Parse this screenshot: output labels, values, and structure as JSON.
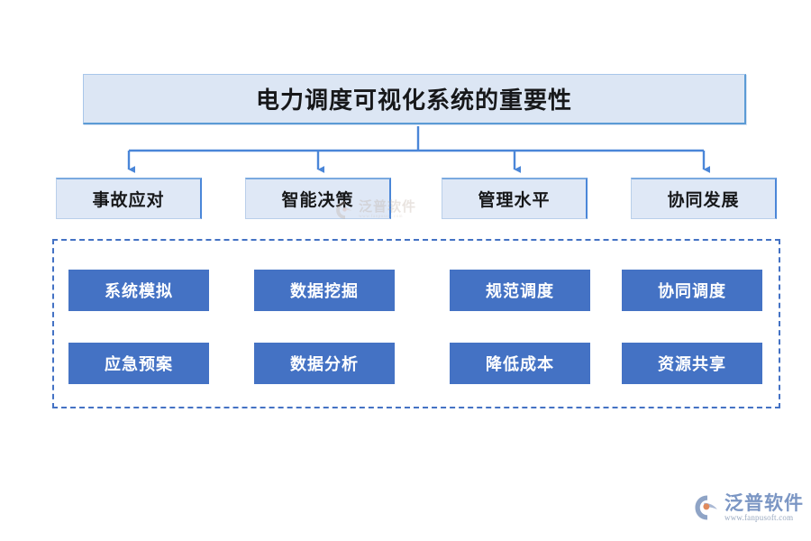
{
  "diagram": {
    "title": {
      "label": "电力调度可视化系统的重要性"
    },
    "branches": [
      {
        "label": "事故应对"
      },
      {
        "label": "智能决策"
      },
      {
        "label": "管理水平"
      },
      {
        "label": "协同发展"
      }
    ],
    "leaf_rows": [
      [
        {
          "label": "系统模拟"
        },
        {
          "label": "数据挖掘"
        },
        {
          "label": "规范调度"
        },
        {
          "label": "协同调度"
        }
      ],
      [
        {
          "label": "应急预案"
        },
        {
          "label": "数据分析"
        },
        {
          "label": "降低成本"
        },
        {
          "label": "资源共享"
        }
      ]
    ]
  },
  "watermark": {
    "name": "泛普软件",
    "url": "www.fanpusoft.com"
  },
  "logo": {
    "name": "泛普软件",
    "url": "www.fanpusoft.com"
  },
  "colors": {
    "leaf_fill": "#4472c4",
    "branch_fill": "#dfe8f6",
    "title_fill": "#dce6f4",
    "connector": "#4a86d8",
    "dashed_border": "#4472c4",
    "background": "#ffffff"
  }
}
